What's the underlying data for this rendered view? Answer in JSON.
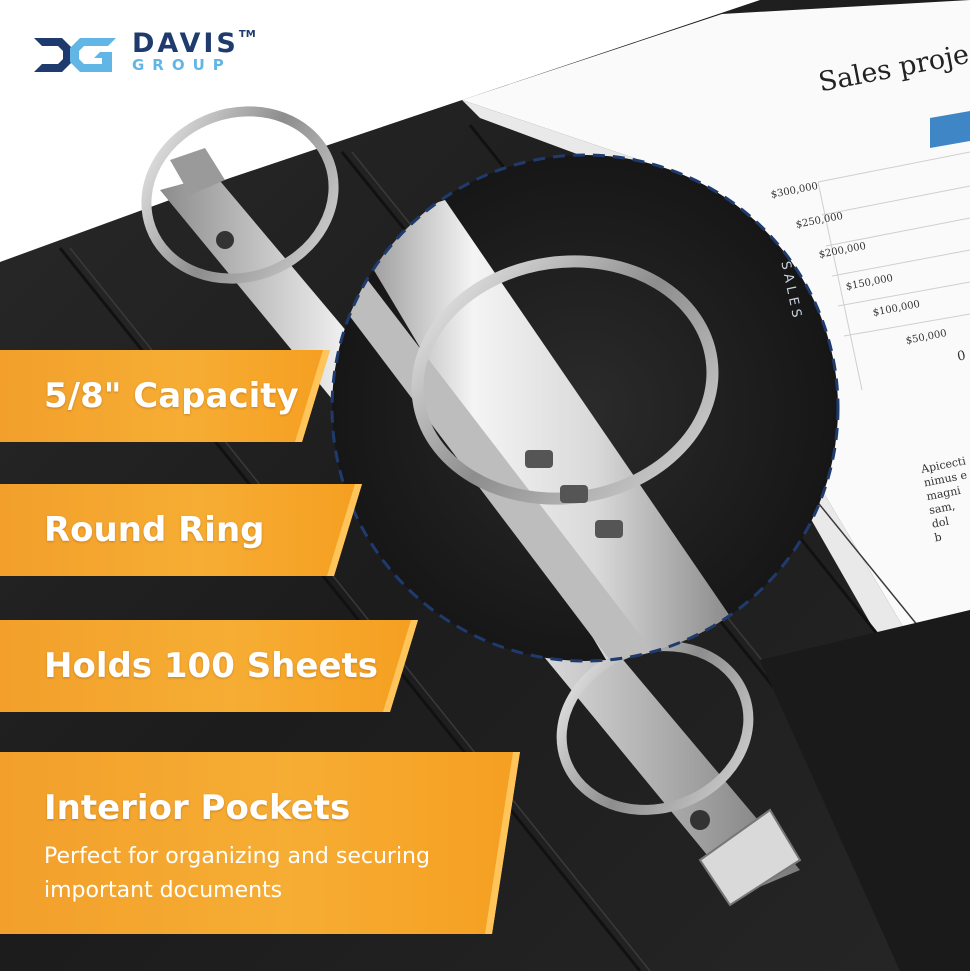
{
  "brand": {
    "monogram": "DG",
    "name": "DAVIS",
    "trademark": "TM",
    "tagline": "GROUP",
    "colors": {
      "navy": "#1f3b6e",
      "light_blue": "#62b6e6"
    }
  },
  "document": {
    "title": "Sales projec",
    "axis_label": "SALES",
    "ticks": [
      "$300,000",
      "$250,000",
      "$200,000",
      "$150,000",
      "$100,000",
      "$50,000",
      "0"
    ],
    "paragraph_fragment": "Apicecti\nnimus e\nmagni\nsam,\ndol\nb"
  },
  "features": [
    {
      "label": "5/8\" Capacity"
    },
    {
      "label": "Round Ring"
    },
    {
      "label": "Holds 100 Sheets"
    },
    {
      "label": "Interior Pockets",
      "description": "Perfect for organizing and securing important documents"
    }
  ],
  "colors": {
    "banner_orange": "#f6a52c",
    "binder_black": "#1f1f1f",
    "highlight_ring": "#1f3b6e"
  }
}
